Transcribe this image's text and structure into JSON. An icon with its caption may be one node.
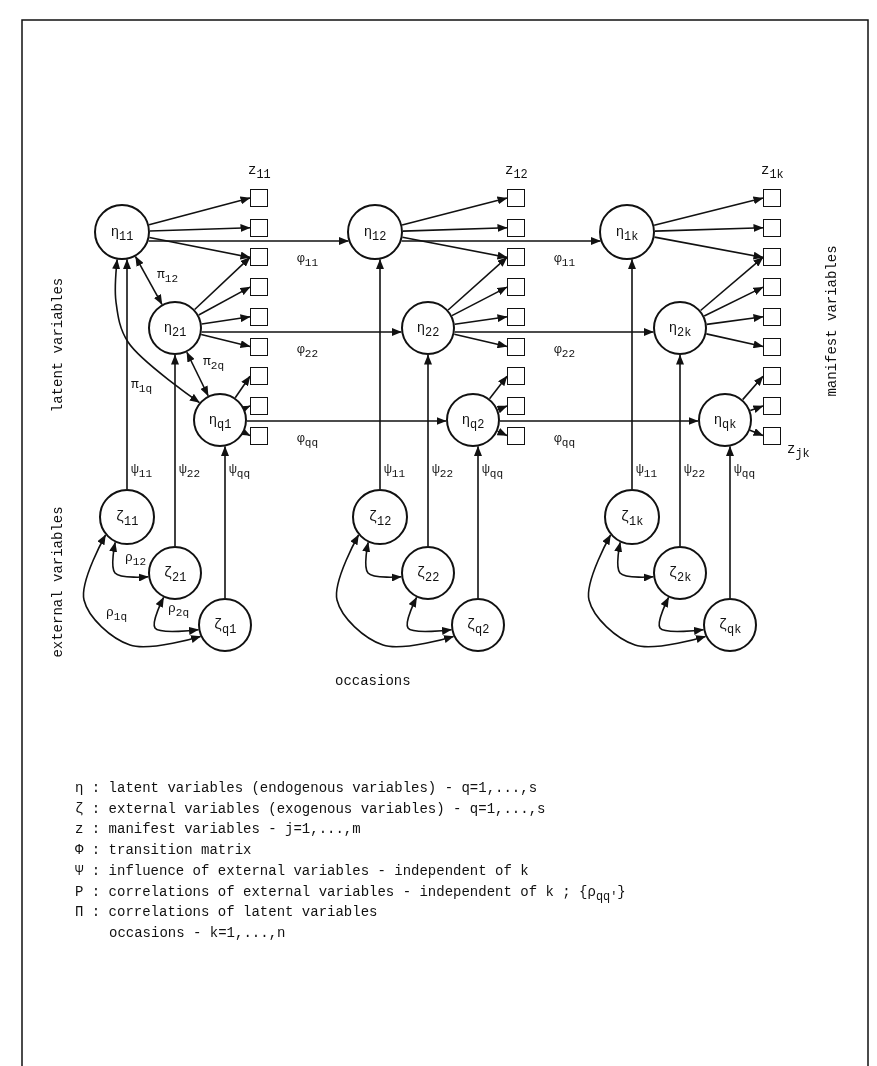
{
  "diagram": {
    "nodes": [
      {
        "text": [
          "η$_{11}$"
        ]
      },
      {
        "text": [
          "η$_{21}$"
        ]
      },
      {
        "text": [
          "η$_{q1}$"
        ]
      },
      {
        "text": [
          "ζ$_{11}$"
        ]
      },
      {
        "text": [
          "ζ$_{21}$"
        ]
      },
      {
        "text": [
          "ζ$_{q1}$"
        ]
      },
      {
        "text": [],
        "shape": "box",
        "beside": [
          "z$_{11}$"
        ]
      },
      {
        "text": [],
        "shape": "box"
      },
      {
        "text": [],
        "shape": "box"
      },
      {
        "text": [],
        "shape": "box"
      },
      {
        "text": [],
        "shape": "box"
      },
      {
        "text": [],
        "shape": "box"
      },
      {
        "text": [],
        "shape": "box"
      },
      {
        "text": [],
        "shape": "box"
      },
      {
        "text": [],
        "shape": "box"
      },
      {
        "text": [
          "η$_{12}$"
        ]
      },
      {
        "text": [
          "η$_{22}$"
        ]
      },
      {
        "text": [
          "η$_{q2}$"
        ]
      },
      {
        "text": [
          "ζ$_{12}$"
        ]
      },
      {
        "text": [
          "ζ$_{22}$"
        ]
      },
      {
        "text": [
          "ζ$_{q2}$"
        ]
      },
      {
        "text": [],
        "shape": "box",
        "beside": [
          "z$_{12}$"
        ]
      },
      {
        "text": [],
        "shape": "box"
      },
      {
        "text": [],
        "shape": "box"
      },
      {
        "text": [],
        "shape": "box"
      },
      {
        "text": [],
        "shape": "box"
      },
      {
        "text": [],
        "shape": "box"
      },
      {
        "text": [],
        "shape": "box"
      },
      {
        "text": [],
        "shape": "box"
      },
      {
        "text": [],
        "shape": "box"
      },
      {
        "text": [
          "η$_{1k}$"
        ]
      },
      {
        "text": [
          "η$_{2k}$"
        ]
      },
      {
        "text": [
          "η$_{qk}$"
        ]
      },
      {
        "text": [
          "ζ$_{1k}$"
        ]
      },
      {
        "text": [
          "ζ$_{2k}$"
        ]
      },
      {
        "text": [
          "ζ$_{qk}$"
        ]
      },
      {
        "text": [],
        "shape": "box",
        "beside": [
          "z$_{1k}$"
        ]
      },
      {
        "text": [],
        "shape": "box"
      },
      {
        "text": [],
        "shape": "box"
      },
      {
        "text": [],
        "shape": "box"
      },
      {
        "text": [],
        "shape": "box"
      },
      {
        "text": [],
        "shape": "box"
      },
      {
        "text": [],
        "shape": "box"
      },
      {
        "text": [],
        "shape": "box"
      },
      {
        "text": [],
        "shape": "box",
        "beside": [
          "z$_{jk}$"
        ]
      }
    ],
    "edges": [
      {
        "from": 0,
        "to": 1,
        "arrow": "both",
        "label": "π$_{12}$"
      },
      {
        "from": 1,
        "to": 2,
        "arrow": "both",
        "label": "π$_{2q}$"
      },
      {
        "from": 0,
        "to": 2,
        "arrow": "both",
        "label": "π$_{1q}$"
      },
      {
        "from": 0,
        "to": 6,
        "arrow": "to"
      },
      {
        "from": 0,
        "to": 7,
        "arrow": "to"
      },
      {
        "from": 0,
        "to": 8,
        "arrow": "to"
      },
      {
        "from": 1,
        "to": 8,
        "arrow": "to"
      },
      {
        "from": 1,
        "to": 9,
        "arrow": "to"
      },
      {
        "from": 1,
        "to": 10,
        "arrow": "to"
      },
      {
        "from": 1,
        "to": 11,
        "arrow": "to"
      },
      {
        "from": 2,
        "to": 12,
        "arrow": "to"
      },
      {
        "from": 2,
        "to": 13,
        "arrow": "to"
      },
      {
        "from": 2,
        "to": 14,
        "arrow": "to"
      },
      {
        "from": 0,
        "to": 15,
        "arrow": "to",
        "label": "φ$_{11}$"
      },
      {
        "from": 1,
        "to": 16,
        "arrow": "to",
        "label": "φ$_{22}$"
      },
      {
        "from": 2,
        "to": 17,
        "arrow": "to",
        "label": "φ$_{qq}$"
      },
      {
        "from": 3,
        "to": 0,
        "arrow": "to",
        "label": "ψ$_{11}$"
      },
      {
        "from": 4,
        "to": 1,
        "arrow": "to",
        "label": "ψ$_{22}$"
      },
      {
        "from": 5,
        "to": 2,
        "arrow": "to",
        "label": "ψ$_{qq}$"
      },
      {
        "from": 3,
        "to": 4,
        "arrow": "both",
        "label": "ρ$_{12}$"
      },
      {
        "from": 4,
        "to": 5,
        "arrow": "both",
        "label": "ρ$_{2q}$"
      },
      {
        "from": 3,
        "to": 5,
        "arrow": "both",
        "label": "ρ$_{1q}$"
      },
      {
        "from": 15,
        "to": 21,
        "arrow": "to"
      },
      {
        "from": 15,
        "to": 22,
        "arrow": "to"
      },
      {
        "from": 15,
        "to": 23,
        "arrow": "to"
      },
      {
        "from": 16,
        "to": 23,
        "arrow": "to"
      },
      {
        "from": 16,
        "to": 24,
        "arrow": "to"
      },
      {
        "from": 16,
        "to": 25,
        "arrow": "to"
      },
      {
        "from": 16,
        "to": 26,
        "arrow": "to"
      },
      {
        "from": 17,
        "to": 27,
        "arrow": "to"
      },
      {
        "from": 17,
        "to": 28,
        "arrow": "to"
      },
      {
        "from": 17,
        "to": 29,
        "arrow": "to"
      },
      {
        "from": 15,
        "to": 30,
        "arrow": "to",
        "label": "φ$_{11}$"
      },
      {
        "from": 16,
        "to": 31,
        "arrow": "to",
        "label": "φ$_{22}$"
      },
      {
        "from": 17,
        "to": 32,
        "arrow": "to",
        "label": "φ$_{qq}$"
      },
      {
        "from": 18,
        "to": 15,
        "arrow": "to",
        "label": "ψ$_{11}$"
      },
      {
        "from": 19,
        "to": 16,
        "arrow": "to",
        "label": "ψ$_{22}$"
      },
      {
        "from": 20,
        "to": 17,
        "arrow": "to",
        "label": "ψ$_{qq}$"
      },
      {
        "from": 18,
        "to": 19,
        "arrow": "both"
      },
      {
        "from": 19,
        "to": 20,
        "arrow": "both"
      },
      {
        "from": 18,
        "to": 20,
        "arrow": "both"
      },
      {
        "from": 30,
        "to": 36,
        "arrow": "to"
      },
      {
        "from": 30,
        "to": 37,
        "arrow": "to"
      },
      {
        "from": 30,
        "to": 38,
        "arrow": "to"
      },
      {
        "from": 31,
        "to": 38,
        "arrow": "to"
      },
      {
        "from": 31,
        "to": 39,
        "arrow": "to"
      },
      {
        "from": 31,
        "to": 40,
        "arrow": "to"
      },
      {
        "from": 31,
        "to": 41,
        "arrow": "to"
      },
      {
        "from": 32,
        "to": 42,
        "arrow": "to"
      },
      {
        "from": 32,
        "to": 43,
        "arrow": "to"
      },
      {
        "from": 32,
        "to": 44,
        "arrow": "to"
      },
      {
        "from": 33,
        "to": 30,
        "arrow": "to",
        "label": "ψ$_{11}$"
      },
      {
        "from": 34,
        "to": 31,
        "arrow": "to",
        "label": "ψ$_{22}$"
      },
      {
        "from": 35,
        "to": 32,
        "arrow": "to",
        "label": "ψ$_{qq}$"
      },
      {
        "from": 33,
        "to": 34,
        "arrow": "both"
      },
      {
        "from": 34,
        "to": 35,
        "arrow": "both"
      },
      {
        "from": 33,
        "to": 35,
        "arrow": "both"
      }
    ],
    "labels": [
      "latent variables",
      "external variables",
      "manifest variables",
      "occasions",
      "η : latent variables (endogenous variables) - q=1,...,s",
      "ζ : external variables (exogenous variables) - q=1,...,s",
      "z : manifest variables - j=1,...,m",
      "Φ : transition matrix",
      "Ψ : influence of external variables - independent of k",
      "P : correlations of external variables - independent of k ; {ρ$_{qq'}$}",
      "Π : correlations of latent variables",
      "occasions - k=1,...,n"
    ]
  }
}
